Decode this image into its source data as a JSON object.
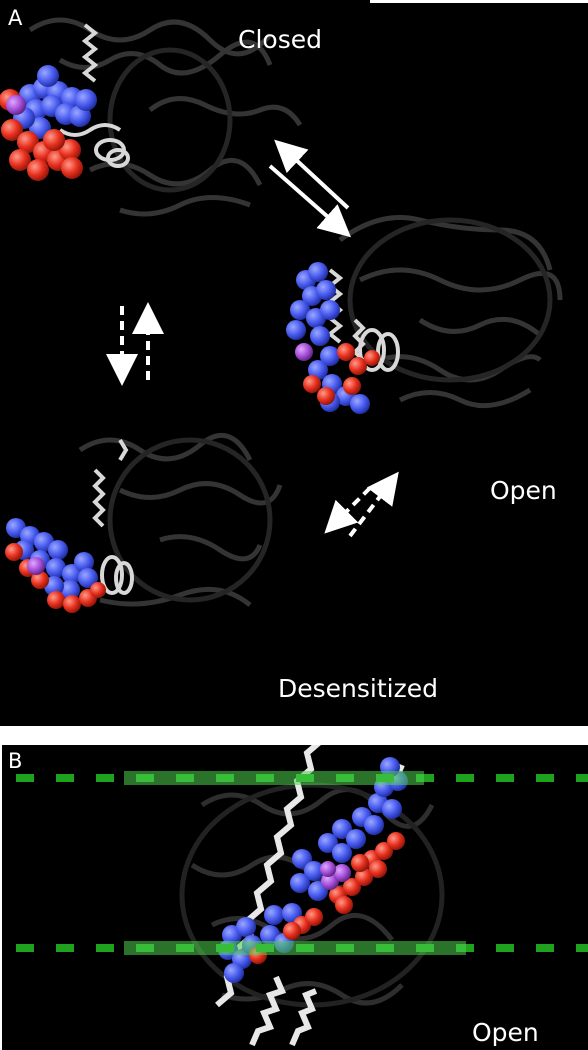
{
  "panel_a": {
    "tag": "A",
    "states": {
      "closed": "Closed",
      "open": "Open",
      "desensitized": "Desensitized"
    }
  },
  "panel_b": {
    "tag": "B",
    "state": "Open"
  },
  "colors": {
    "background": "#000000",
    "basic_residues": "#4a5cf0",
    "acidic_residues": "#e8301f",
    "highlight_residue": "#a650d8",
    "helix_ribbon": "#e8e8e8",
    "membrane_boundary": "#1fa31f",
    "arrow": "#ffffff"
  }
}
